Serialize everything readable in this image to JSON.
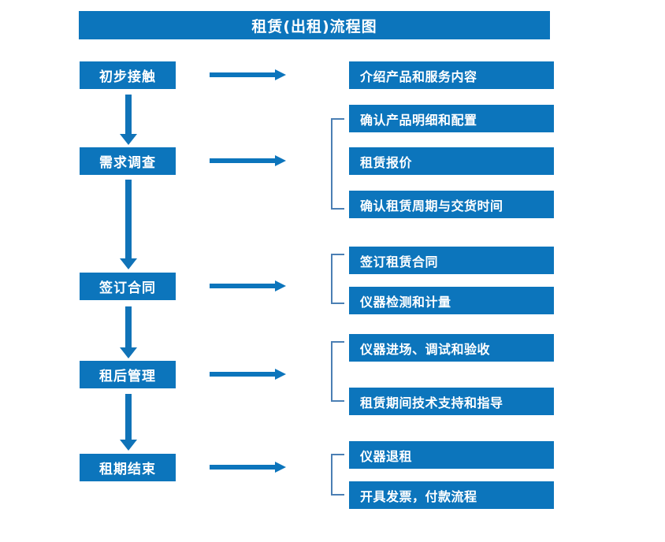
{
  "diagram": {
    "title": "租赁(出租)流程图",
    "theme": {
      "box_fill": "#0c75bc",
      "box_text": "#ffffff",
      "arrow_color": "#0c75bc",
      "bracket_color": "#4b7fb4",
      "background": "#ffffff"
    },
    "stages": [
      {
        "label": "初步接触"
      },
      {
        "label": "需求调查"
      },
      {
        "label": "签订合同"
      },
      {
        "label": "租后管理"
      },
      {
        "label": "租期结束"
      }
    ],
    "groups": [
      {
        "stage": "初步接触",
        "bracketed": false,
        "details": [
          {
            "label": "介绍产品和服务内容"
          }
        ]
      },
      {
        "stage": "需求调查",
        "bracketed": true,
        "details": [
          {
            "label": "确认产品明细和配置"
          },
          {
            "label": "租赁报价"
          },
          {
            "label": "确认租赁周期与交货时间"
          }
        ]
      },
      {
        "stage": "签订合同",
        "bracketed": true,
        "details": [
          {
            "label": "签订租赁合同"
          },
          {
            "label": "仪器检测和计量"
          }
        ]
      },
      {
        "stage": "租后管理",
        "bracketed": true,
        "details": [
          {
            "label": "仪器进场、调试和验收"
          },
          {
            "label": "租赁期间技术支持和指导"
          }
        ]
      },
      {
        "stage": "租期结束",
        "bracketed": true,
        "details": [
          {
            "label": "仪器退租"
          },
          {
            "label": "开具发票，付款流程"
          }
        ]
      }
    ],
    "connector_labels": {
      "stage_to_detail": "箭头",
      "stage_to_stage": "向下箭头"
    }
  }
}
